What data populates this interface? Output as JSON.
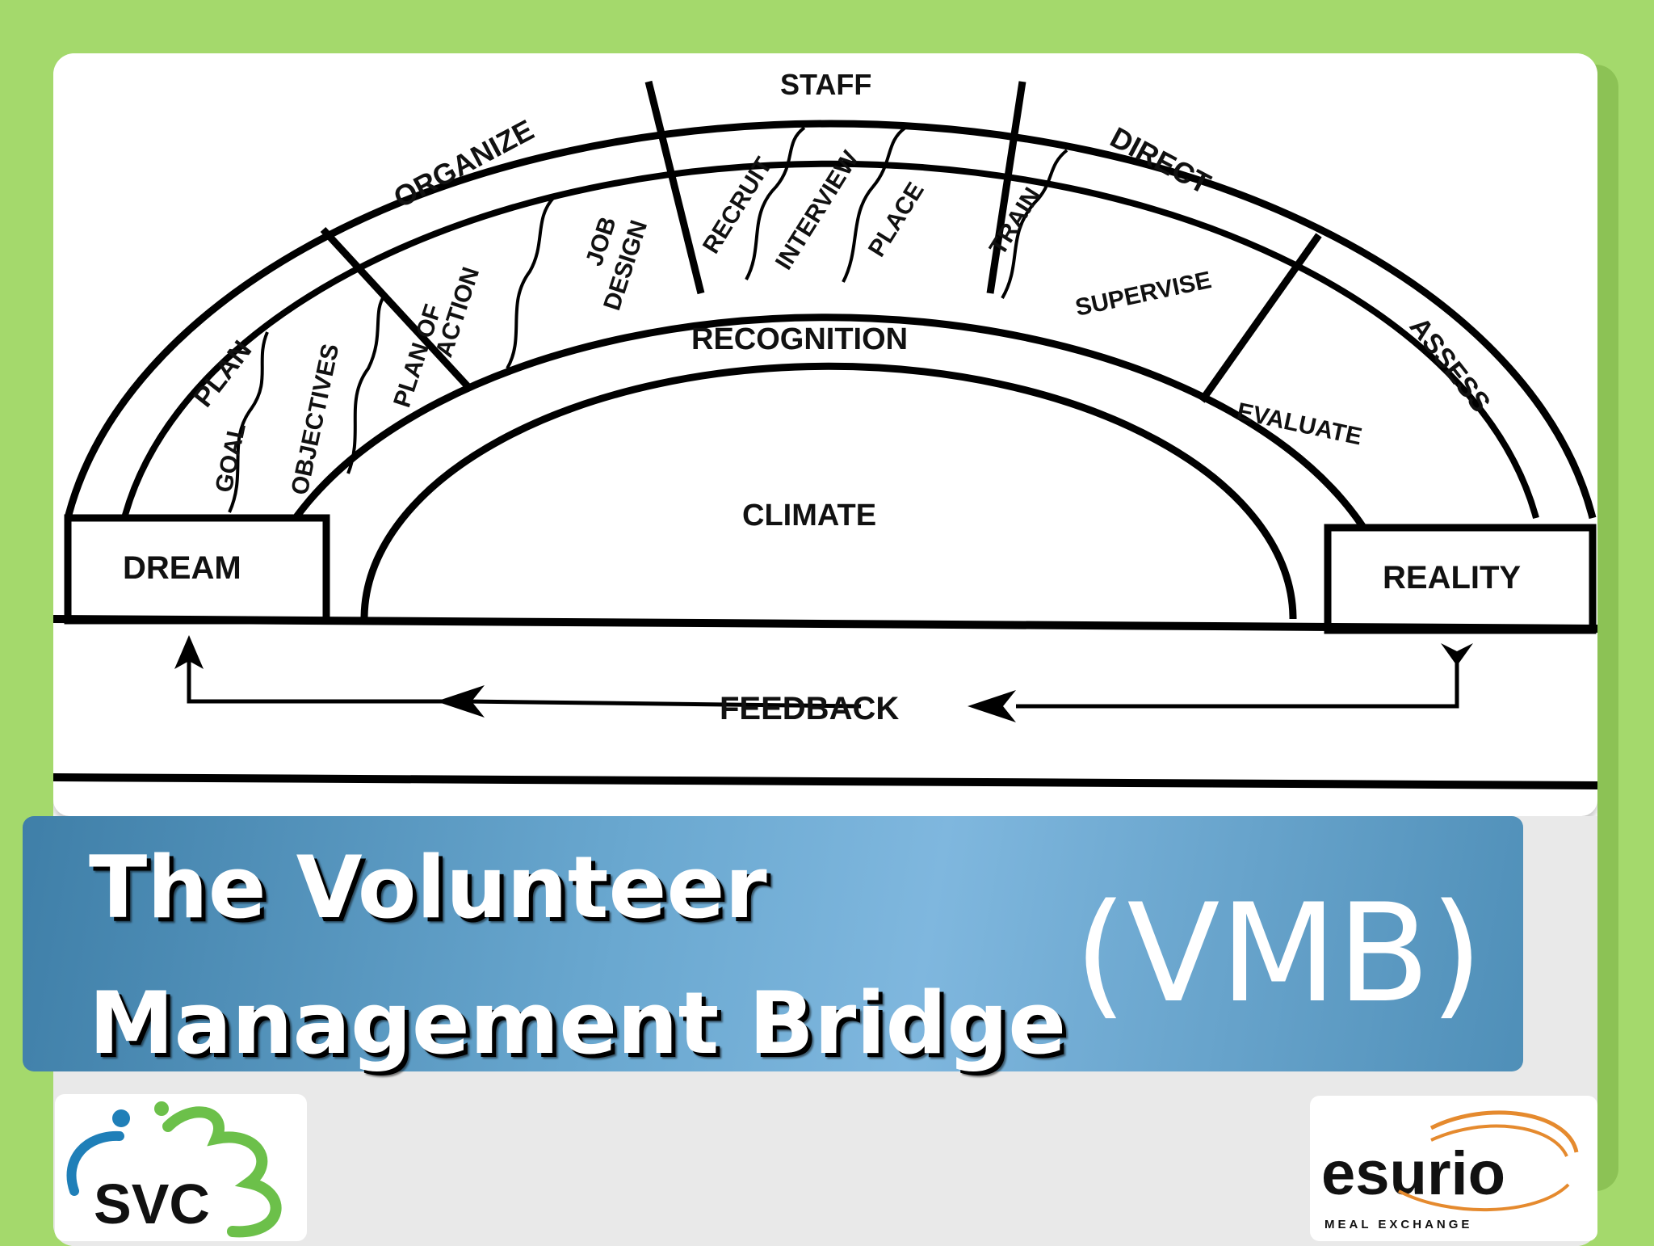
{
  "diagram": {
    "phases": [
      "PLAN",
      "ORGANIZE",
      "STAFF",
      "DIRECT",
      "ASSESS"
    ],
    "plan_items": [
      "GOAL",
      "OBJECTIVES"
    ],
    "organize_items": [
      "PLAN OF",
      "ACTION",
      "JOB",
      "DESIGN"
    ],
    "staff_items": [
      "RECRUIT",
      "INTERVIEW",
      "PLACE"
    ],
    "direct_items": [
      "TRAIN",
      "SUPERVISE"
    ],
    "assess_items": [
      "EVALUATE"
    ],
    "inner_arch": "RECOGNITION",
    "center": "CLIMATE",
    "left_pillar": "DREAM",
    "right_pillar": "REALITY",
    "feedback": "FEEDBACK"
  },
  "title": {
    "line1": "The Volunteer",
    "line2": "Management Bridge",
    "abbreviation": "(VMB)"
  },
  "logos": {
    "left_text": "SVC",
    "right_text": "esurio",
    "right_tagline": "MEAL EXCHANGE"
  },
  "colors": {
    "background": "#a4d96c",
    "banner": "#6aa8d0",
    "svc_blue": "#1f7fb8",
    "svc_green": "#6cc04a",
    "esurio_orange": "#e58a2e"
  }
}
